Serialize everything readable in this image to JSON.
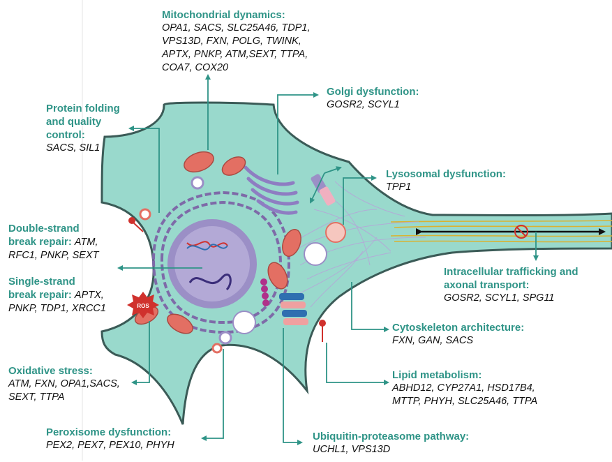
{
  "labels": {
    "mito": {
      "title": "Mitochondrial dynamics:",
      "genes": [
        "OPA1, SACS, SLC25A46, TDP1,",
        "VPS13D, FXN, POLG, TWINK,",
        "APTX, PNKP, ATM,SEXT, TTPA,",
        "COA7, COX20"
      ]
    },
    "protein": {
      "title": [
        "Protein folding",
        "and quality",
        "control:"
      ],
      "genes": [
        "SACS, SIL1"
      ]
    },
    "golgi": {
      "title": "Golgi dysfunction:",
      "genes": [
        "GOSR2, SCYL1"
      ]
    },
    "lyso": {
      "title": "Lysosomal dysfunction:",
      "genes": [
        "TPP1"
      ]
    },
    "dsb": {
      "title": [
        "Double-strand",
        "break repair:"
      ],
      "genes_inline": "ATM,",
      "genes": [
        "RFC1, PNKP, SEXT"
      ]
    },
    "ssb": {
      "title": [
        "Single-strand",
        "break repair:"
      ],
      "genes_inline": "APTX,",
      "genes": [
        "PNKP, TDP1, XRCC1"
      ]
    },
    "traffic": {
      "title": [
        "Intracellular trafficking and",
        "axonal transport:"
      ],
      "genes": [
        "GOSR2, SCYL1, SPG11"
      ]
    },
    "cyto": {
      "title": "Cytoskeleton architecture:",
      "genes": [
        "FXN, GAN, SACS"
      ]
    },
    "oxid": {
      "title": "Oxidative stress:",
      "genes": [
        "ATM, FXN, OPA1,SACS,",
        "SEXT, TTPA"
      ]
    },
    "lipid": {
      "title": "Lipid metabolism:",
      "genes": [
        "ABHD12, CYP27A1, HSD17B4,",
        "MTTP, PHYH, SLC25A46, TTPA"
      ]
    },
    "perox": {
      "title": "Peroxisome dysfunction:",
      "genes": [
        "PEX2, PEX7, PEX10, PHYH"
      ]
    },
    "ups": {
      "title": "Ubiquitin-proteasome pathway:",
      "genes": [
        "UCHL1, VPS13D"
      ]
    }
  },
  "ros_badge": "ROS",
  "colors": {
    "cell_fill": "#99d9cc",
    "cell_outline": "#3b5b57",
    "title_text": "#2f9487",
    "connector": "#2f9487",
    "nucleus": "#9b8fc6",
    "er": "#7e6aa8",
    "mitochondria": "#e36f63",
    "axon_fiber": "#d9b232",
    "ros": "#d0312d"
  }
}
